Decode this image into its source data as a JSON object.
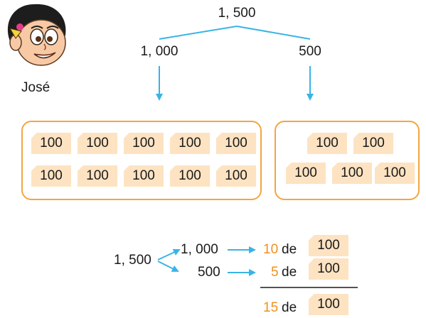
{
  "character": {
    "name": "José"
  },
  "tree": {
    "total": "1, 500",
    "left": "1, 000",
    "right": "500"
  },
  "card_value": "100",
  "left_group_count": 10,
  "right_group_count": 5,
  "equation": {
    "total": "1, 500",
    "row1": {
      "amount": "1, 000",
      "count": "10",
      "word": "de",
      "unit": "100"
    },
    "row2": {
      "amount": "500",
      "count": "5",
      "word": "de",
      "unit": "100"
    },
    "result": {
      "count": "15",
      "word": "de",
      "unit": "100"
    }
  },
  "colors": {
    "blue": "#39b4e6",
    "orange": "#f0901e",
    "card": "#fde3c2",
    "box_border": "#f2a640"
  }
}
